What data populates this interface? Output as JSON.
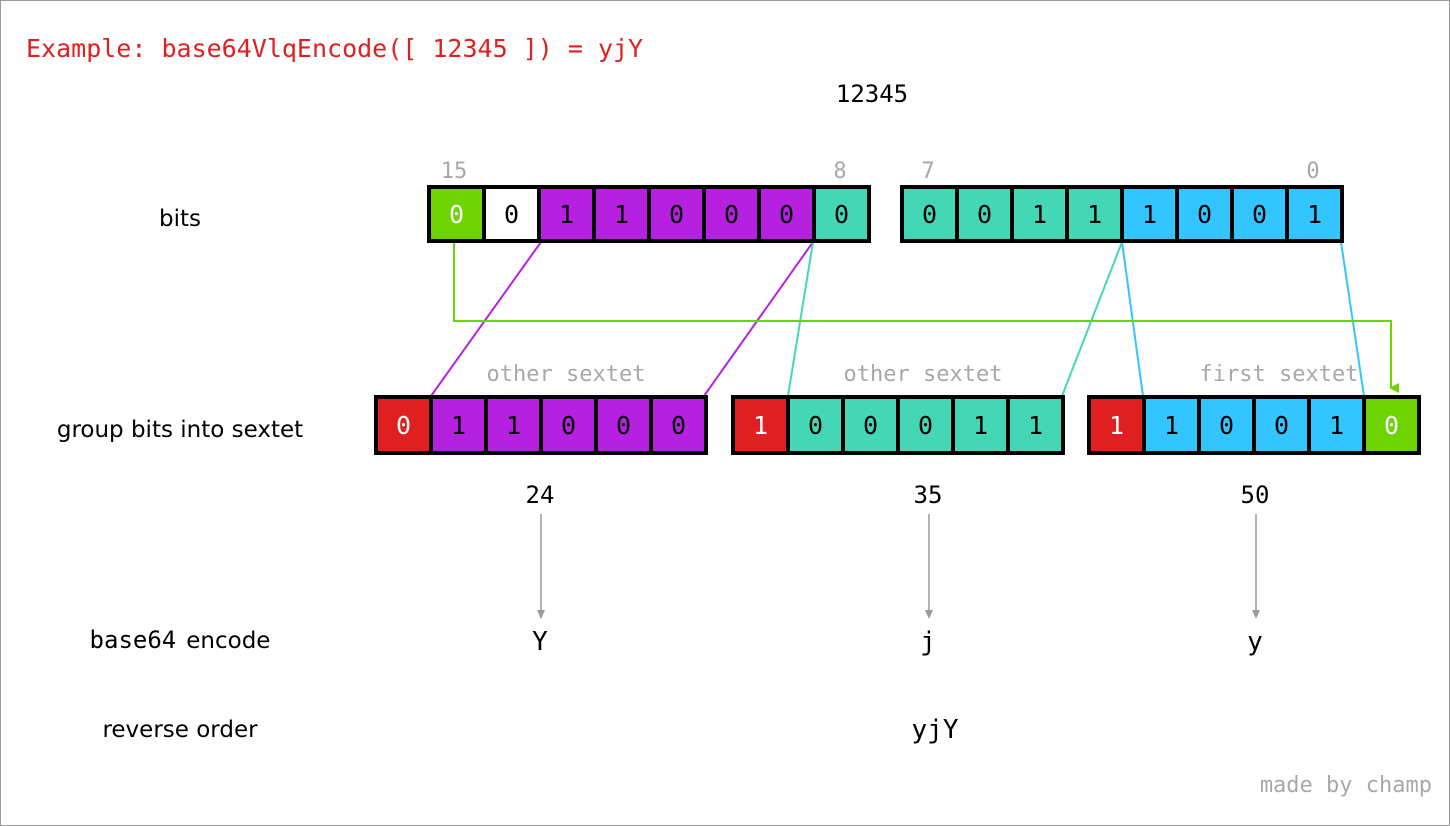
{
  "title": "Example: base64VlqEncode([ 12345 ]) = yjY",
  "input_number": "12345",
  "row_labels": {
    "bits": "bits",
    "group": "group bits into sextet",
    "encode_word": "base64",
    "encode_suffix": "encode",
    "reverse": "reverse order"
  },
  "bit_indices": {
    "b15": "15",
    "b8": "8",
    "b7": "7",
    "b0": "0"
  },
  "high_byte": [
    {
      "bit": "0",
      "color": "green"
    },
    {
      "bit": "0",
      "color": "white"
    },
    {
      "bit": "1",
      "color": "purple"
    },
    {
      "bit": "1",
      "color": "purple"
    },
    {
      "bit": "0",
      "color": "purple"
    },
    {
      "bit": "0",
      "color": "purple"
    },
    {
      "bit": "0",
      "color": "purple"
    },
    {
      "bit": "0",
      "color": "teal"
    }
  ],
  "low_byte": [
    {
      "bit": "0",
      "color": "teal"
    },
    {
      "bit": "0",
      "color": "teal"
    },
    {
      "bit": "1",
      "color": "teal"
    },
    {
      "bit": "1",
      "color": "teal"
    },
    {
      "bit": "1",
      "color": "blue"
    },
    {
      "bit": "0",
      "color": "blue"
    },
    {
      "bit": "0",
      "color": "blue"
    },
    {
      "bit": "1",
      "color": "blue"
    }
  ],
  "sextets": [
    {
      "label": "other sextet",
      "bits": [
        {
          "bit": "0",
          "color": "red"
        },
        {
          "bit": "1",
          "color": "purple"
        },
        {
          "bit": "1",
          "color": "purple"
        },
        {
          "bit": "0",
          "color": "purple"
        },
        {
          "bit": "0",
          "color": "purple"
        },
        {
          "bit": "0",
          "color": "purple"
        }
      ],
      "value": "24",
      "char": "Y"
    },
    {
      "label": "other sextet",
      "bits": [
        {
          "bit": "1",
          "color": "red"
        },
        {
          "bit": "0",
          "color": "teal"
        },
        {
          "bit": "0",
          "color": "teal"
        },
        {
          "bit": "0",
          "color": "teal"
        },
        {
          "bit": "1",
          "color": "teal"
        },
        {
          "bit": "1",
          "color": "teal"
        }
      ],
      "value": "35",
      "char": "j"
    },
    {
      "label": "first sextet",
      "bits": [
        {
          "bit": "1",
          "color": "red"
        },
        {
          "bit": "1",
          "color": "blue"
        },
        {
          "bit": "0",
          "color": "blue"
        },
        {
          "bit": "0",
          "color": "blue"
        },
        {
          "bit": "1",
          "color": "blue"
        },
        {
          "bit": "0",
          "color": "green"
        }
      ],
      "value": "50",
      "char": "y"
    }
  ],
  "result": "yjY",
  "footer": "made by champ",
  "colors": {
    "green": "#6dd400",
    "white": "#ffffff",
    "purple": "#b620e0",
    "teal": "#44d7b6",
    "blue": "#32c5ff",
    "red": "#e02020",
    "title": "#e02020",
    "grey_text": "#a8a8a8",
    "arrow": "#9b9b9b"
  }
}
